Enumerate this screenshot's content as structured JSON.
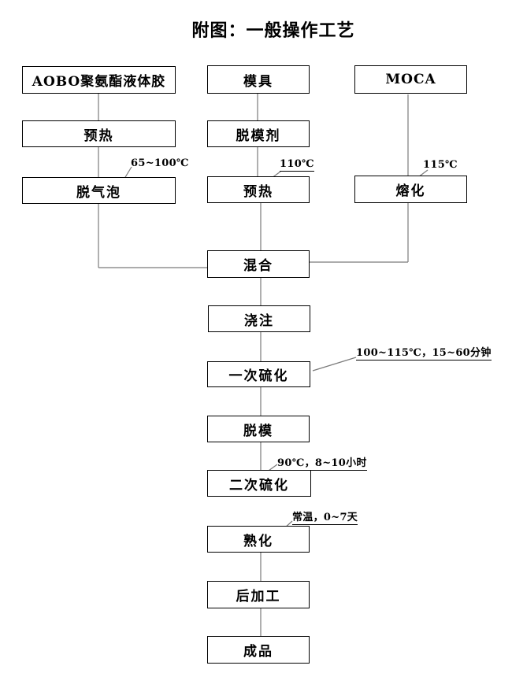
{
  "title": "附图：一般操作工艺",
  "nodes": {
    "aobo": "AOBO聚氨酯液体胶",
    "preheat_glue": "预热",
    "degas": "脱气泡",
    "mold": "模具",
    "release_agent": "脱模剂",
    "preheat_mold": "预热",
    "moca": "MOCA",
    "melt": "熔化",
    "mix": "混合",
    "pour": "浇注",
    "first_cure": "一次硫化",
    "demold": "脱模",
    "second_cure": "二次硫化",
    "aging": "熟化",
    "post_processing": "后加工",
    "finished_product": "成品"
  },
  "annotations": {
    "degas_temp": "65~100℃",
    "mold_preheat_temp": "110℃",
    "melt_temp": "115℃",
    "first_cure_condition": "100~115℃，15~60分钟",
    "second_cure_condition": "90℃，8~10小时",
    "aging_condition": "常温，0~7天"
  },
  "colors": {
    "connector_line": "#7a7a7a",
    "box_border": "#000000",
    "text": "#000000",
    "background": "#ffffff"
  }
}
